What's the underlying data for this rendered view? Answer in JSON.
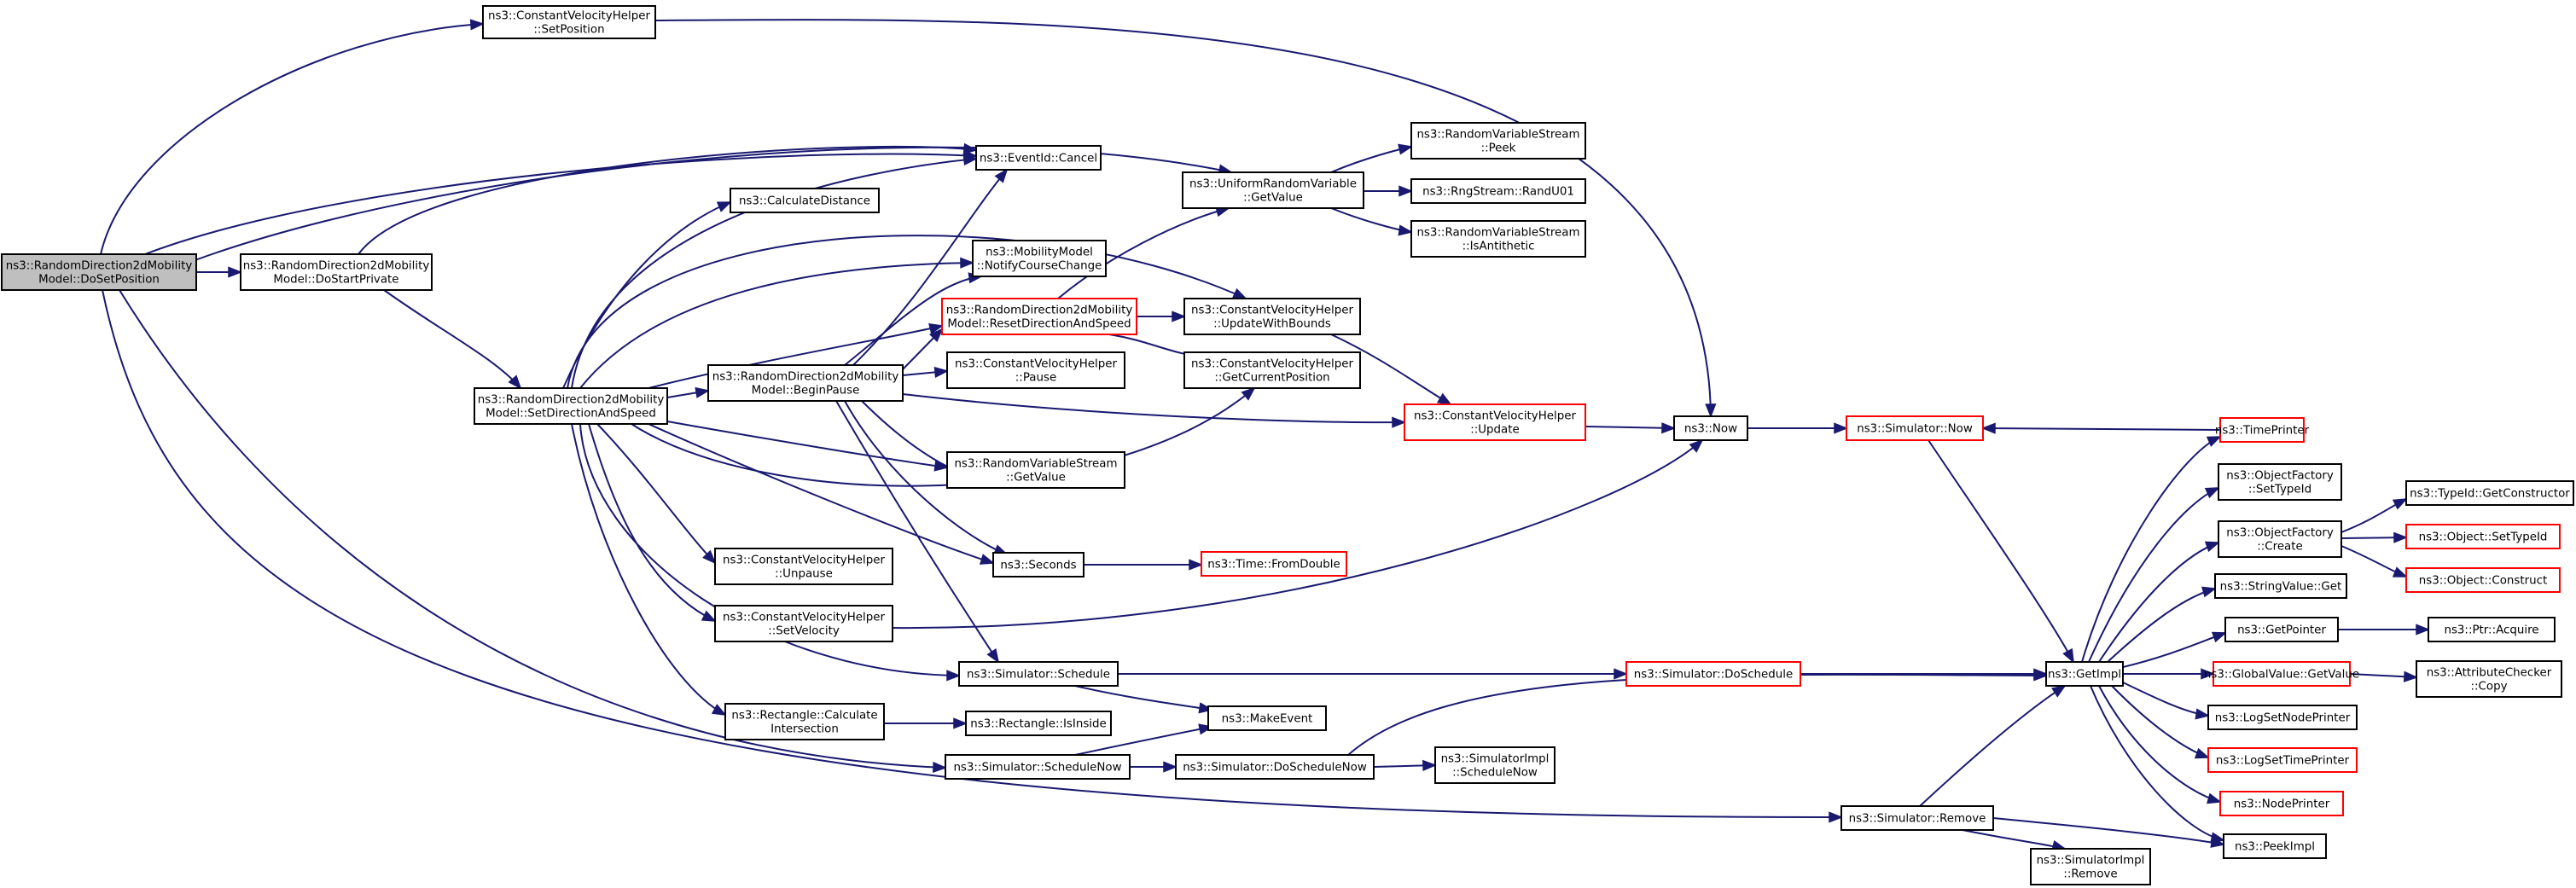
{
  "colors": {
    "edge": "#191970",
    "border": "#000000",
    "border_red": "#ff0000",
    "root_fill": "#bfbfbf",
    "fill": "#ffffff"
  },
  "nodes": {
    "root": [
      "ns3::RandomDirection2dMobility",
      "Model::DoSetPosition"
    ],
    "cvh_setpos": [
      "ns3::ConstantVelocityHelper",
      "::SetPosition"
    ],
    "eventid_cancel": [
      "ns3::EventId::Cancel"
    ],
    "dostartprivate": [
      "ns3::RandomDirection2dMobility",
      "Model::DoStartPrivate"
    ],
    "setdirspeed": [
      "ns3::RandomDirection2dMobility",
      "Model::SetDirectionAndSpeed"
    ],
    "calcdist": [
      "ns3::CalculateDistance"
    ],
    "notifycc": [
      "ns3::MobilityModel",
      "::NotifyCourseChange"
    ],
    "beginpause": [
      "ns3::RandomDirection2dMobility",
      "Model::BeginPause"
    ],
    "resetdir": [
      "ns3::RandomDirection2dMobility",
      "Model::ResetDirectionAndSpeed"
    ],
    "urv_getvalue": [
      "ns3::UniformRandomVariable",
      "::GetValue"
    ],
    "rvs_peek": [
      "ns3::RandomVariableStream",
      "::Peek"
    ],
    "rng_randu01": [
      "ns3::RngStream::RandU01"
    ],
    "rvs_isanti": [
      "ns3::RandomVariableStream",
      "::IsAntithetic"
    ],
    "cvh_updbounds": [
      "ns3::ConstantVelocityHelper",
      "::UpdateWithBounds"
    ],
    "cvh_pause": [
      "ns3::ConstantVelocityHelper",
      "::Pause"
    ],
    "cvh_getcur": [
      "ns3::ConstantVelocityHelper",
      "::GetCurrentPosition"
    ],
    "cvh_update": [
      "ns3::ConstantVelocityHelper",
      "::Update"
    ],
    "now": [
      "ns3::Now"
    ],
    "sim_now": [
      "ns3::Simulator::Now"
    ],
    "timeprinter": [
      "ns3::TimePrinter"
    ],
    "rvs_getvalue": [
      "ns3::RandomVariableStream",
      "::GetValue"
    ],
    "seconds": [
      "ns3::Seconds"
    ],
    "fromdouble": [
      "ns3::Time::FromDouble"
    ],
    "cvh_unpause": [
      "ns3::ConstantVelocityHelper",
      "::Unpause"
    ],
    "cvh_setvel": [
      "ns3::ConstantVelocityHelper",
      "::SetVelocity"
    ],
    "sim_schedule": [
      "ns3::Simulator::Schedule"
    ],
    "sim_dosched": [
      "ns3::Simulator::DoSchedule"
    ],
    "getimpl": [
      "ns3::GetImpl"
    ],
    "rect_calcint": [
      "ns3::Rectangle::Calculate",
      "Intersection"
    ],
    "rect_isinside": [
      "ns3::Rectangle::IsInside"
    ],
    "makeevent": [
      "ns3::MakeEvent"
    ],
    "sim_schednow": [
      "ns3::Simulator::ScheduleNow"
    ],
    "sim_doschednow": [
      "ns3::Simulator::DoScheduleNow"
    ],
    "simimpl_schednow": [
      "ns3::SimulatorImpl",
      "::ScheduleNow"
    ],
    "sim_remove": [
      "ns3::Simulator::Remove"
    ],
    "simimpl_remove": [
      "ns3::SimulatorImpl",
      "::Remove"
    ],
    "peekimpl": [
      "ns3::PeekImpl"
    ],
    "of_settypeid": [
      "ns3::ObjectFactory",
      "::SetTypeId"
    ],
    "of_create": [
      "ns3::ObjectFactory",
      "::Create"
    ],
    "typeid_getctor": [
      "ns3::TypeId::GetConstructor"
    ],
    "obj_settypeid": [
      "ns3::Object::SetTypeId"
    ],
    "obj_construct": [
      "ns3::Object::Construct"
    ],
    "stringvalue_get": [
      "ns3::StringValue::Get"
    ],
    "getpointer": [
      "ns3::GetPointer"
    ],
    "ptr_acquire": [
      "ns3::Ptr::Acquire"
    ],
    "globalvalue_get": [
      "ns3::GlobalValue::GetValue"
    ],
    "attrchecker_copy": [
      "ns3::AttributeChecker",
      "::Copy"
    ],
    "logsetnodeprinter": [
      "ns3::LogSetNodePrinter"
    ],
    "logsettimeprinter": [
      "ns3::LogSetTimePrinter"
    ],
    "nodeprinter": [
      "ns3::NodePrinter"
    ]
  }
}
